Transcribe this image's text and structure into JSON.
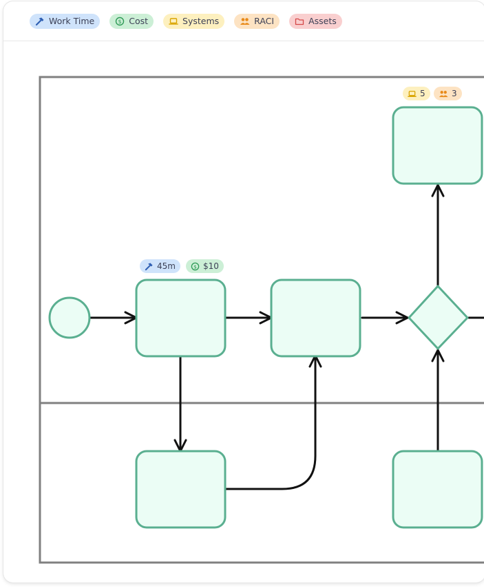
{
  "toolbar": {
    "chips": [
      {
        "label": "Work Time",
        "icon": "hammer-icon",
        "color": "#cfe3fb"
      },
      {
        "label": "Cost",
        "icon": "dollar-circle-icon",
        "color": "#ccefd6"
      },
      {
        "label": "Systems",
        "icon": "laptop-icon",
        "color": "#fdf0bf"
      },
      {
        "label": "RACI",
        "icon": "people-icon",
        "color": "#fde3c3"
      },
      {
        "label": "Assets",
        "icon": "folder-icon",
        "color": "#f9cfcf"
      }
    ]
  },
  "diagram": {
    "node_fill": "#ebfdf5",
    "node_stroke": "#5aaf90",
    "lane_stroke": "#808080",
    "edge_stroke": "#111111",
    "task_a_badges": {
      "work_time": "45m",
      "cost": "$10"
    },
    "task_top_badges": {
      "systems": "5",
      "raci": "3"
    }
  }
}
